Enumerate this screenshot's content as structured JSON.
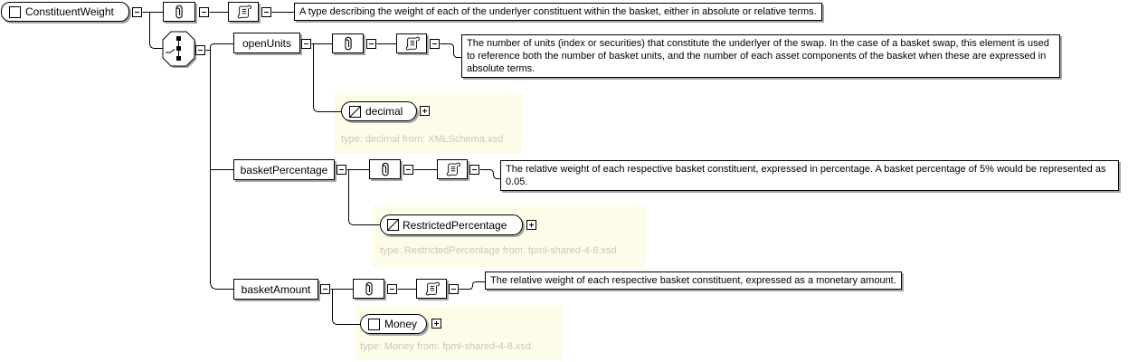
{
  "colors": {
    "background": "#ffffff",
    "box_fill": "#ffffff",
    "line": "#000000",
    "shadow": "#a6a6a6",
    "group_fill": "#fcfce8",
    "muted_text": "#c9c9ba"
  },
  "icons": {
    "attributes": "paperclip-icon",
    "annotation": "scroll-icon",
    "compositor": "choice-icon",
    "element": "square-icon",
    "simple_type": "diagonal-square-icon",
    "expanded": "minus-box",
    "collapsed": "plus-box"
  },
  "root": {
    "label": "ConstituentWeight",
    "annotation": "A type describing the weight of each of the underlyer constituent within the basket, either in absolute or relative terms."
  },
  "elements": [
    {
      "name": "openUnits",
      "annotation": "The number of units (index or securities) that constitute the underlyer of the swap. In the case of a basket swap, this element is used to reference both the number of basket units, and the number of each asset components of the basket when these are expressed in absolute terms.",
      "type": {
        "label": "decimal",
        "kind": "simple",
        "caption": "type: decimal from: XMLSchema.xsd"
      }
    },
    {
      "name": "basketPercentage",
      "annotation": "The relative weight of each respective basket constituent, expressed in percentage. A basket percentage of 5% would be represented as 0.05.",
      "type": {
        "label": "RestrictedPercentage",
        "kind": "simple",
        "caption": "type: RestrictedPercentage from: fpml-shared-4-8.xsd"
      }
    },
    {
      "name": "basketAmount",
      "annotation": "The relative weight of each respective basket constituent, expressed as a monetary amount.",
      "type": {
        "label": "Money",
        "kind": "complex",
        "caption": "type: Money from: fpml-shared-4-8.xsd"
      }
    }
  ]
}
